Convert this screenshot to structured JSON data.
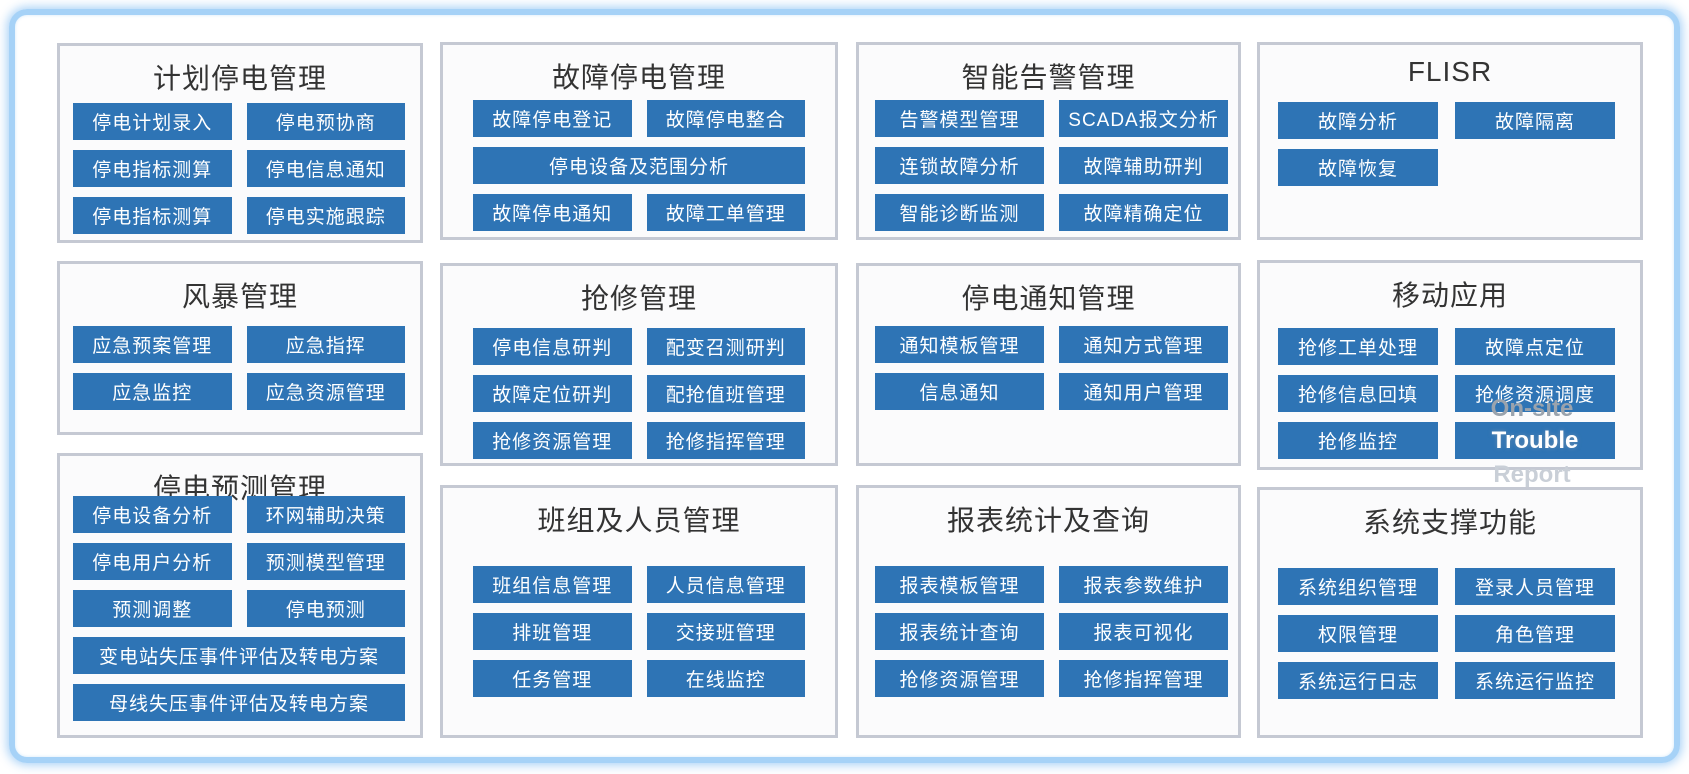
{
  "colors": {
    "button_blue": "#2e74b5",
    "button_text": "#ffffff",
    "panel_border_gray": "#c5c9d3",
    "panel_background": "#fbfbfc",
    "frame_blue": "#a6d2f7",
    "title_text": "#333333",
    "overlay_gray": "#9aa3ad"
  },
  "overlays": {
    "on_site": "On-site",
    "report": "Report"
  },
  "panels": [
    {
      "id": "planned-outage",
      "title": "计划停电管理",
      "rows": [
        [
          {
            "label": "停电计划录入"
          },
          {
            "label": "停电预协商"
          }
        ],
        [
          {
            "label": "停电指标测算"
          },
          {
            "label": "停电信息通知"
          }
        ],
        [
          {
            "label": "停电指标测算"
          },
          {
            "label": "停电实施跟踪"
          }
        ]
      ]
    },
    {
      "id": "fault-outage",
      "title": "故障停电管理",
      "rows": [
        [
          {
            "label": "故障停电登记"
          },
          {
            "label": "故障停电整合"
          }
        ],
        [
          {
            "label": "停电设备及范围分析",
            "wide": true
          }
        ],
        [
          {
            "label": "故障停电通知"
          },
          {
            "label": "故障工单管理"
          }
        ]
      ]
    },
    {
      "id": "smart-alarm",
      "title": "智能告警管理",
      "rows": [
        [
          {
            "label": "告警模型管理"
          },
          {
            "label": "SCADA报文分析"
          }
        ],
        [
          {
            "label": "连锁故障分析"
          },
          {
            "label": "故障辅助研判"
          }
        ],
        [
          {
            "label": "智能诊断监测"
          },
          {
            "label": "故障精确定位"
          }
        ]
      ]
    },
    {
      "id": "flisr",
      "title": "FLISR",
      "rows": [
        [
          {
            "label": "故障分析"
          },
          {
            "label": "故障隔离"
          }
        ],
        [
          {
            "label": "故障恢复"
          }
        ]
      ]
    },
    {
      "id": "storm",
      "title": "风暴管理",
      "rows": [
        [
          {
            "label": "应急预案管理"
          },
          {
            "label": "应急指挥"
          }
        ],
        [
          {
            "label": "应急监控"
          },
          {
            "label": "应急资源管理"
          }
        ]
      ]
    },
    {
      "id": "repair",
      "title": "抢修管理",
      "rows": [
        [
          {
            "label": "停电信息研判"
          },
          {
            "label": "配变召测研判"
          }
        ],
        [
          {
            "label": "故障定位研判"
          },
          {
            "label": "配抢值班管理"
          }
        ],
        [
          {
            "label": "抢修资源管理"
          },
          {
            "label": "抢修指挥管理"
          }
        ]
      ]
    },
    {
      "id": "outage-notice",
      "title": "停电通知管理",
      "rows": [
        [
          {
            "label": "通知模板管理"
          },
          {
            "label": "通知方式管理"
          }
        ],
        [
          {
            "label": "信息通知"
          },
          {
            "label": "通知用户管理"
          }
        ]
      ]
    },
    {
      "id": "mobile-app",
      "title": "移动应用",
      "rows": [
        [
          {
            "label": "抢修工单处理"
          },
          {
            "label": "故障点定位"
          }
        ],
        [
          {
            "label": "抢修信息回填"
          },
          {
            "label": "抢修资源调度"
          }
        ],
        [
          {
            "label": "抢修监控"
          },
          {
            "label": "Trouble"
          }
        ]
      ]
    },
    {
      "id": "outage-forecast",
      "title": "停电预测管理",
      "rows": [
        [
          {
            "label": "停电设备分析"
          },
          {
            "label": "环网辅助决策"
          }
        ],
        [
          {
            "label": "停电用户分析"
          },
          {
            "label": "预测模型管理"
          }
        ],
        [
          {
            "label": "预测调整"
          },
          {
            "label": "停电预测"
          }
        ],
        [
          {
            "label": "变电站失压事件评估及转电方案",
            "wide": true
          }
        ],
        [
          {
            "label": "母线失压事件评估及转电方案",
            "wide": true
          }
        ]
      ]
    },
    {
      "id": "team-personnel",
      "title": "班组及人员管理",
      "rows": [
        [
          {
            "label": "班组信息管理"
          },
          {
            "label": "人员信息管理"
          }
        ],
        [
          {
            "label": "排班管理"
          },
          {
            "label": "交接班管理"
          }
        ],
        [
          {
            "label": "任务管理"
          },
          {
            "label": "在线监控"
          }
        ]
      ]
    },
    {
      "id": "report-stats",
      "title": "报表统计及查询",
      "rows": [
        [
          {
            "label": "报表模板管理"
          },
          {
            "label": "报表参数维护"
          }
        ],
        [
          {
            "label": "报表统计查询"
          },
          {
            "label": "报表可视化"
          }
        ],
        [
          {
            "label": "抢修资源管理"
          },
          {
            "label": "抢修指挥管理"
          }
        ]
      ]
    },
    {
      "id": "system-support",
      "title": "系统支撑功能",
      "rows": [
        [
          {
            "label": "系统组织管理"
          },
          {
            "label": "登录人员管理"
          }
        ],
        [
          {
            "label": "权限管理"
          },
          {
            "label": "角色管理"
          }
        ],
        [
          {
            "label": "系统运行日志"
          },
          {
            "label": "系统运行监控"
          }
        ]
      ]
    }
  ]
}
